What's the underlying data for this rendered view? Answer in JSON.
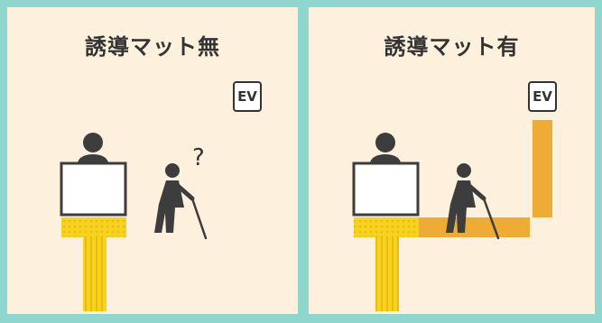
{
  "panels": {
    "left": {
      "title": "誘導マット無",
      "ev_label": "EV",
      "question": "?"
    },
    "right": {
      "title": "誘導マット有",
      "ev_label": "EV"
    }
  },
  "colors": {
    "border": "#8fd6cf",
    "panel_bg": "#fdf0dc",
    "tactile_yellow": "#f7d21f",
    "guide_mat_orange": "#eeab36",
    "figure": "#3d3d3d"
  },
  "icons": [
    "person-icon",
    "elderly-cane-icon",
    "reception-desk-icon",
    "tactile-paving-icon",
    "elevator-sign-icon"
  ]
}
